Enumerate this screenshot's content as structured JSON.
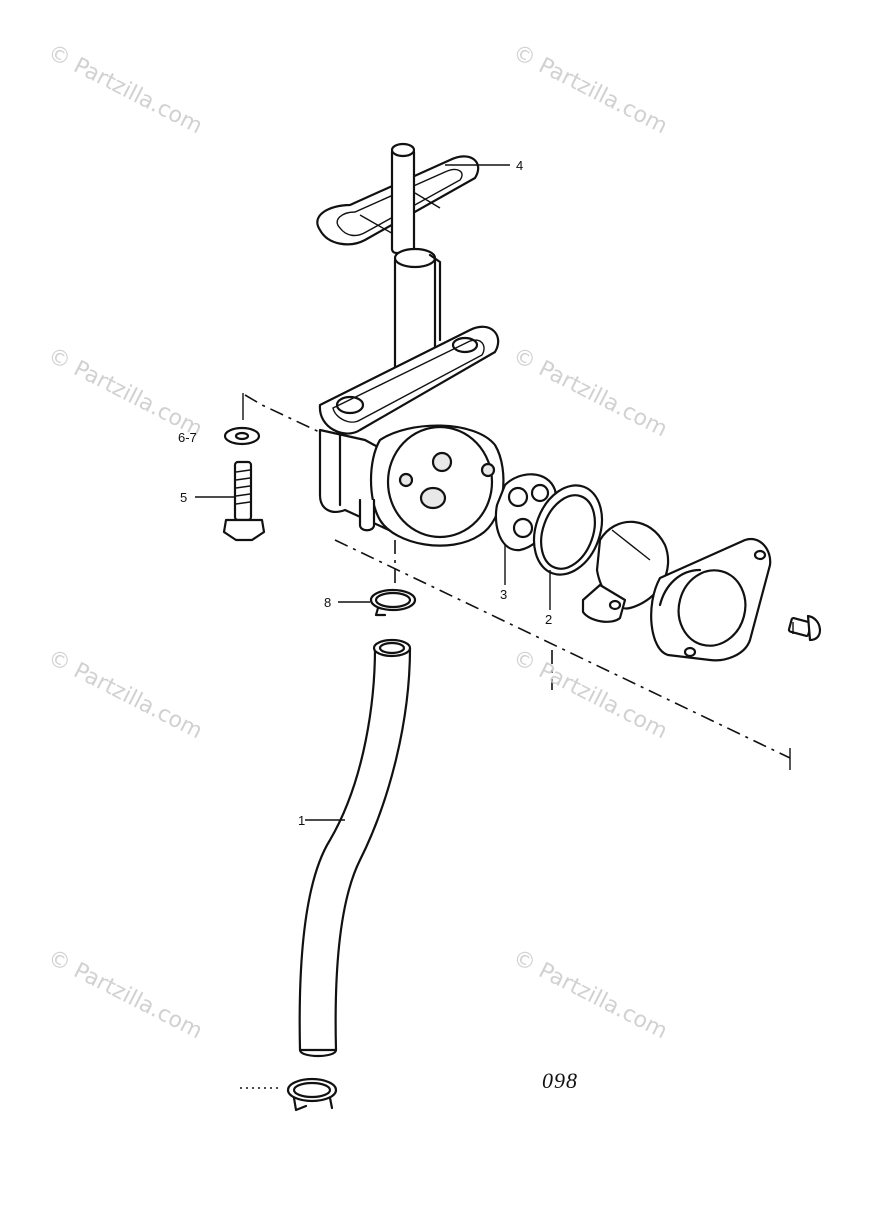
{
  "watermarks": [
    "© Partzilla.com",
    "© Partzilla.com",
    "© Partzilla.com",
    "© Partzilla.com",
    "© Partzilla.com",
    "© Partzilla.com",
    "© Partzilla.com",
    "© Partzilla.com"
  ],
  "callouts": {
    "c4": "4",
    "c67": "6-7",
    "c5": "5",
    "c3": "3",
    "c2": "2",
    "c8": "8",
    "c1": "1"
  },
  "diagram_code": "098"
}
